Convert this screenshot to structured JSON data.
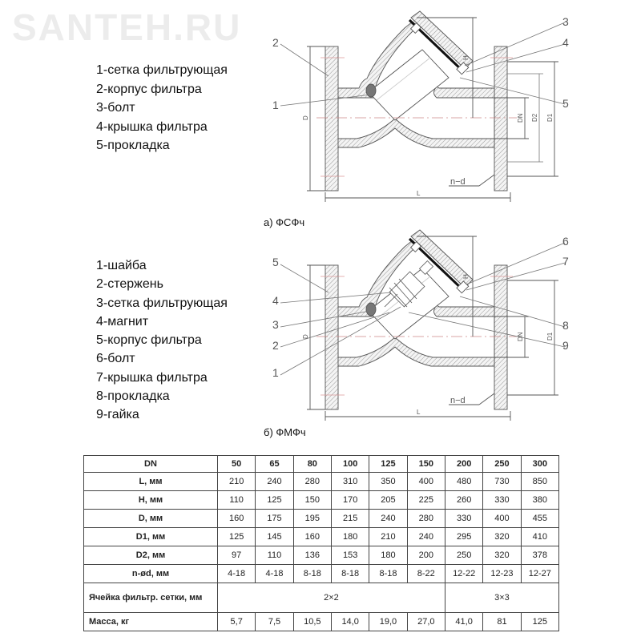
{
  "watermark": "SANTEH.RU",
  "figure_a": {
    "legend": [
      "1-сетка фильтрующая",
      "2-корпус фильтра",
      "3-болт",
      "4-крышка фильтра",
      "5-прокладка"
    ],
    "caption": "а) ФСФч",
    "callouts": [
      "1",
      "2",
      "3",
      "4",
      "5"
    ],
    "dims": {
      "L": "L",
      "H": "H",
      "D": "D",
      "DN": "DN",
      "D1": "D1",
      "D2": "D2",
      "nd": "n−d"
    }
  },
  "figure_b": {
    "legend": [
      "1-шайба",
      "2-стержень",
      "3-сетка фильтрующая",
      "4-магнит",
      "5-корпус фильтра",
      "6-болт",
      "7-крышка фильтра",
      "8-прокладка",
      "9-гайка"
    ],
    "caption": "б) ФМФч",
    "callouts": [
      "1",
      "2",
      "3",
      "4",
      "5",
      "6",
      "7",
      "8",
      "9"
    ],
    "dims": {
      "L": "L",
      "H": "H",
      "D": "D",
      "DN": "DN",
      "D1": "D1",
      "nd": "n−d"
    }
  },
  "table": {
    "header": {
      "label": "DN",
      "values": [
        "50",
        "65",
        "80",
        "100",
        "125",
        "150",
        "200",
        "250",
        "300"
      ]
    },
    "rows": [
      {
        "label": "L, мм",
        "values": [
          "210",
          "240",
          "280",
          "310",
          "350",
          "400",
          "480",
          "730",
          "850"
        ]
      },
      {
        "label": "H, мм",
        "values": [
          "110",
          "125",
          "150",
          "170",
          "205",
          "225",
          "260",
          "330",
          "380"
        ]
      },
      {
        "label": "D, мм",
        "values": [
          "160",
          "175",
          "195",
          "215",
          "240",
          "280",
          "330",
          "400",
          "455"
        ]
      },
      {
        "label": "D1, мм",
        "values": [
          "125",
          "145",
          "160",
          "180",
          "210",
          "240",
          "295",
          "320",
          "410"
        ]
      },
      {
        "label": "D2, мм",
        "values": [
          "97",
          "110",
          "136",
          "153",
          "180",
          "200",
          "250",
          "320",
          "378"
        ]
      },
      {
        "label": "n-ød, мм",
        "values": [
          "4-18",
          "4-18",
          "8-18",
          "8-18",
          "8-18",
          "8-22",
          "12-22",
          "12-23",
          "12-27"
        ]
      }
    ],
    "mesh": {
      "label": "Ячейка фильтр. сетки, мм",
      "value_small": "2×2",
      "value_large": "3×3"
    },
    "mass": {
      "label": "Масса, кг",
      "values": [
        "5,7",
        "7,5",
        "10,5",
        "14,0",
        "19,0",
        "27,0",
        "41,0",
        "81",
        "125"
      ]
    }
  }
}
